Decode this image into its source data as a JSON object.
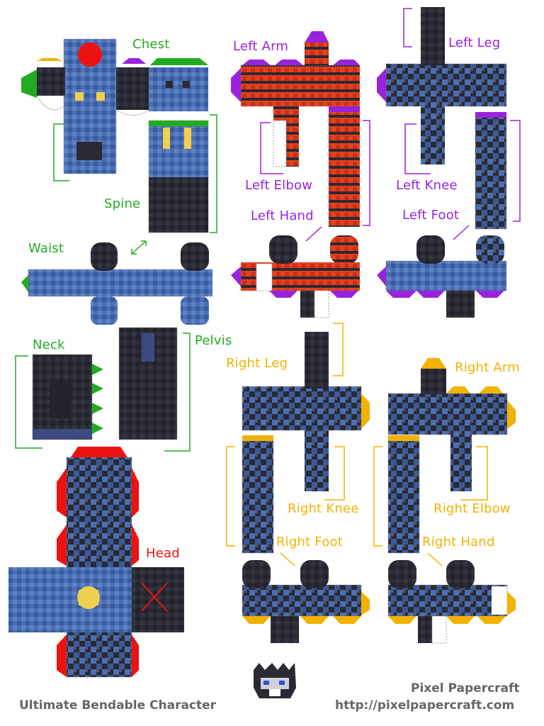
{
  "colors": {
    "green": "#22aa22",
    "purple": "#9922dd",
    "orange": "#f2b200",
    "red": "#ee1111",
    "blue": "#4a6fb5",
    "blue_light": "#6b8fd0",
    "blue_dark": "#2c3f77",
    "navy": "#262a4a",
    "charcoal": "#2a2a33",
    "gray": "#55556a",
    "orange_red": "#e8401a",
    "yellow": "#f0d050",
    "footer_text": "#666666"
  },
  "labels": {
    "chest": "Chest",
    "spine": "Spine",
    "waist": "Waist",
    "neck": "Neck",
    "pelvis": "Pelvis",
    "head": "Head",
    "left_arm": "Left Arm",
    "left_elbow": "Left Elbow",
    "left_hand": "Left Hand",
    "left_leg": "Left Leg",
    "left_knee": "Left Knee",
    "left_foot": "Left Foot",
    "right_leg": "Right Leg",
    "right_knee": "Right Knee",
    "right_foot": "Right Foot",
    "right_arm": "Right Arm",
    "right_elbow": "Right Elbow",
    "right_hand": "Right Hand"
  },
  "footer": {
    "title": "Ultimate Bendable Character",
    "brand": "Pixel Papercraft",
    "url": "http://pixelpapercraft.com"
  }
}
